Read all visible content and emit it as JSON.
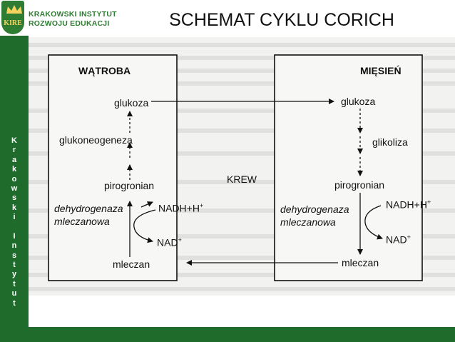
{
  "header": {
    "institute_line1": "KRAKOWSKI INSTYTUT",
    "institute_line2": "ROZWOJU EDUKACJI",
    "logo_text": "KIRE",
    "title": "SCHEMAT CYKLU CORICH"
  },
  "sidebar": {
    "vertical_text": "Krakowski Instytut"
  },
  "diagram": {
    "liver": {
      "heading": "WĄTROBA",
      "glucose": "glukoza",
      "process": "glukoneogeneza",
      "pyruvate": "pirogronian",
      "enzyme_line1": "dehydrogenaza",
      "enzyme_line2": "mleczanowa",
      "nadh": "NADH+H",
      "nadh_sup": "+",
      "nad": "NAD",
      "nad_sup": "+",
      "lactate": "mleczan"
    },
    "blood": "KREW",
    "muscle": {
      "heading": "MIĘSIEŃ",
      "glucose": "glukoza",
      "process": "glikoliza",
      "pyruvate": "pirogronian",
      "enzyme_line1": "dehydrogenaza",
      "enzyme_line2": "mleczanowa",
      "nadh": "NADH+H",
      "nadh_sup": "+",
      "nad": "NAD",
      "nad_sup": "+",
      "lactate": "mleczan"
    }
  },
  "colors": {
    "brand_green": "#1f6b2c",
    "logo_gold": "#f4d35e",
    "scan_background": "#f2f2f0"
  }
}
